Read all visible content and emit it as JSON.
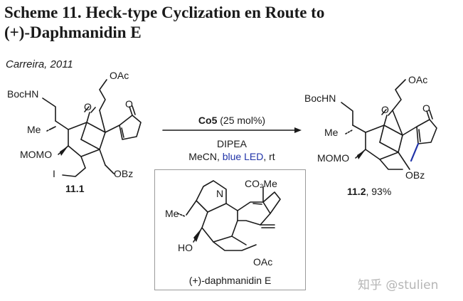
{
  "scheme": {
    "title_line1": "Scheme 11. Heck-type Cyclization en Route to",
    "title_line2": "(+)-Daphmanidin E",
    "attribution": "Carreira, 2011"
  },
  "reaction": {
    "catalyst": "Co5",
    "catalyst_loading": " (25 mol%)",
    "base": "DIPEA",
    "solvent": "MeCN, ",
    "light": "blue LED",
    "temp": ", rt"
  },
  "starting_material": {
    "label": "11.1",
    "groups": {
      "oac": "OAc",
      "bochn": "BocHN",
      "me": "Me",
      "momo": "MOMO",
      "iodo": "I",
      "obz": "OBz",
      "ketone_o": "O",
      "enone_o": "O"
    }
  },
  "product": {
    "label": "11.2",
    "yield": ", 93%",
    "groups": {
      "oac": "OAc",
      "bochn": "BocHN",
      "me": "Me",
      "momo": "MOMO",
      "obz": "OBz",
      "ketone_o": "O",
      "enone_o": "O"
    }
  },
  "target": {
    "name": "(+)-daphmanidin E",
    "groups": {
      "co2me": "CO₂Me",
      "n": "N",
      "me": "Me",
      "ho": "HO",
      "oac": "OAc"
    }
  },
  "watermark": "知乎 @stulien",
  "colors": {
    "text": "#1a1a1a",
    "highlight": "#2033a8",
    "box_border": "#9a9a9a",
    "watermark": "#b5b5b5"
  }
}
